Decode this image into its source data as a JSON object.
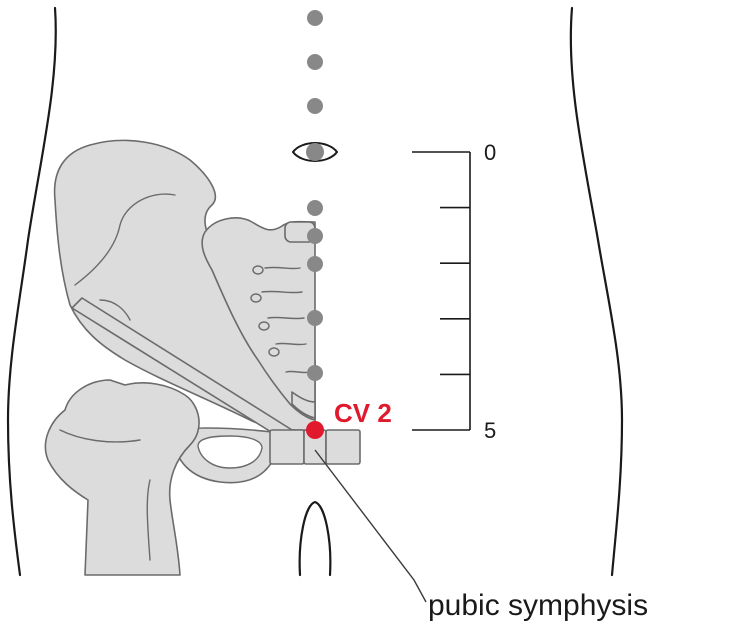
{
  "labels": {
    "acupoint": "CV 2",
    "structure": "pubic symphysis"
  },
  "scale": {
    "top": "0",
    "bottom": "5",
    "divisions": 5
  },
  "colors": {
    "acupoint": "#e0192d",
    "bone_fill": "#dcdcdc",
    "bone_stroke": "#6b6b6b",
    "meridian_dot": "#888888",
    "outline": "#1a1a1a"
  }
}
